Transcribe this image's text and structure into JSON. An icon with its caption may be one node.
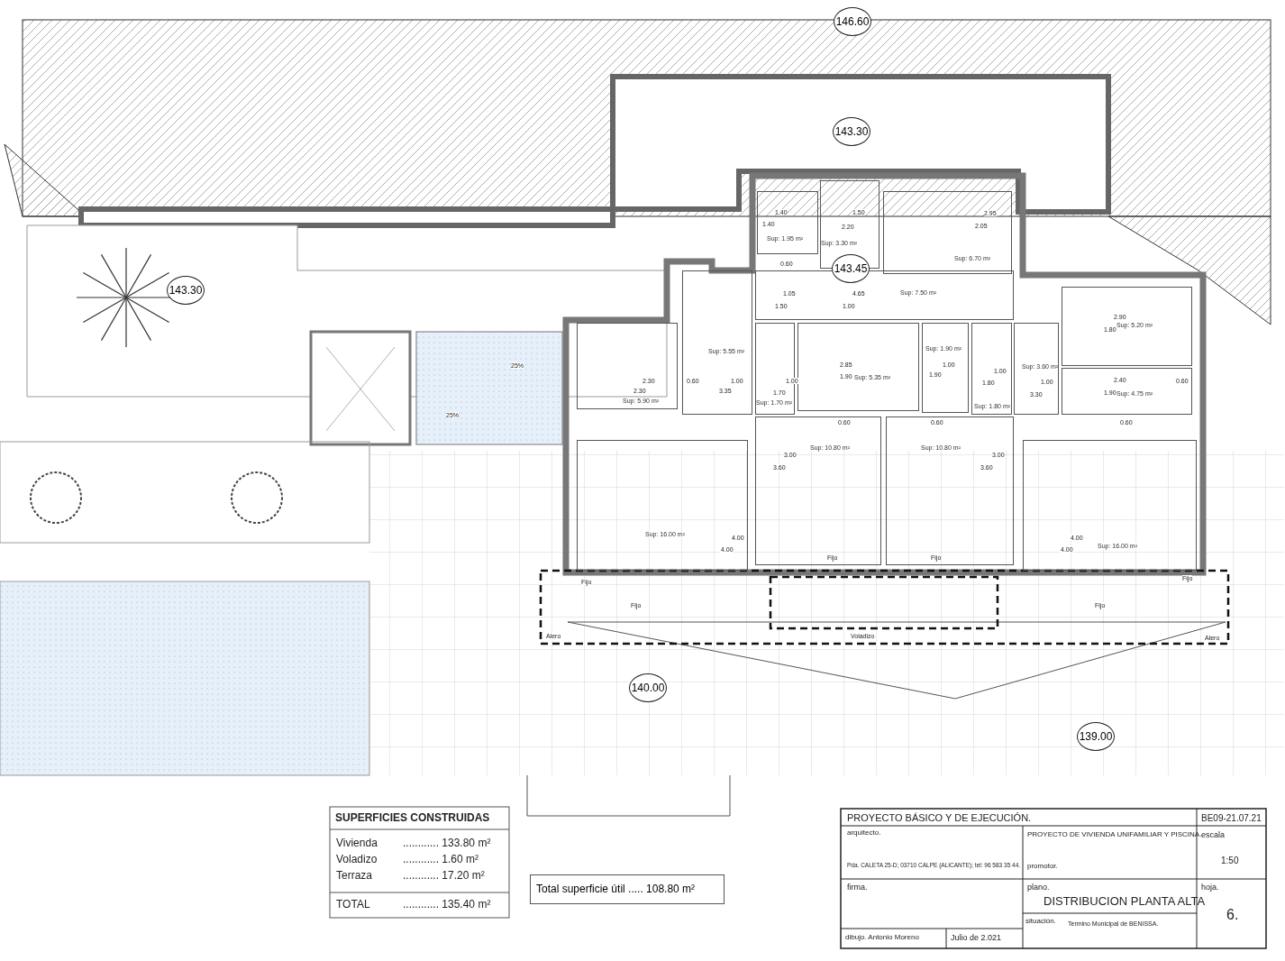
{
  "diagram": {
    "nodes": [
      {
        "text": [
          "Sup: 1.95 m²"
        ]
      },
      {
        "text": [
          "Sup: 3.30 m²"
        ]
      },
      {
        "text": [
          "Sup: 6.70 m²"
        ]
      },
      {
        "text": [
          "Sup: 7.50 m²"
        ]
      },
      {
        "text": [
          "Sup: 5.55 m²"
        ]
      },
      {
        "text": [
          "Sup: 5.90 m²"
        ]
      },
      {
        "text": [
          "Sup: 1.70 m²"
        ]
      },
      {
        "text": [
          "Sup: 5.35 m²"
        ]
      },
      {
        "text": [
          "Sup: 1.90 m²"
        ]
      },
      {
        "text": [
          "Sup: 1.80 m²"
        ]
      },
      {
        "text": [
          "Sup: 3.60 m²"
        ]
      },
      {
        "text": [
          "Sup: 5.20 m²"
        ]
      },
      {
        "text": [
          "Sup: 4.75 m²"
        ]
      },
      {
        "text": [
          "Sup: 16.00 m²"
        ]
      },
      {
        "text": [
          "Sup: 10.80 m²"
        ]
      },
      {
        "text": [
          "Sup: 10.80 m²"
        ]
      },
      {
        "text": [
          "Sup: 16.00 m²"
        ]
      },
      {
        "text": [
          "Total superficie útil ..... 108.80 m²"
        ]
      }
    ],
    "labels": [
      "146.60",
      "143.30",
      "143.30",
      "1.40",
      "1.40",
      "1.50",
      "2.20",
      "2.95",
      "2.05",
      "143.45",
      "0.60",
      "1.05",
      "1.50",
      "4.65",
      "1.00",
      "2.30",
      "2.30",
      "0.60",
      "1.00",
      "3.35",
      "1.00",
      "1.70",
      "2.85",
      "1.90",
      "1.00",
      "1.90",
      "1.00",
      "1.80",
      "1.00",
      "3.30",
      "2.90",
      "1.80",
      "2.40",
      "1.90",
      "0.60",
      "0.60",
      "0.60",
      "0.60",
      "3.00",
      "3.60",
      "3.00",
      "3.60",
      "4.00",
      "4.00",
      "4.00",
      "4.00",
      "25%",
      "25%",
      "Fijo",
      "Fijo",
      "Fijo",
      "Fijo",
      "Fijo",
      "Fijo",
      "Alero",
      "Voladizo",
      "Alero",
      "140.00",
      "139.00",
      "SUPERFICIES CONSTRUIDAS",
      "Vivienda",
      "............ 133.80 m²",
      "Voladizo",
      "............ 1.60 m²",
      "Terraza",
      "............ 17.20 m²",
      "TOTAL",
      "............ 135.40 m²",
      "PROYECTO BÁSICO Y DE EJECUCIÓN.",
      "BE09-21.07.21",
      "arquitecto.",
      "PROYECTO DE VIVIENDA UNIFAMILIAR Y PISCINA.",
      "escala",
      "Pda. CALETA 25-D; 03710 CALPE (ALICANTE); tel: 96 583 35 44.",
      "promotor.",
      "1:50",
      "firma.",
      "plano.",
      "hoja.",
      "DISTRIBUCION PLANTA ALTA",
      "6.",
      "situación.",
      "Termino Municipal de BENISSA.",
      "dibujo. Antonio Moreno",
      "Julio de 2.021"
    ]
  }
}
